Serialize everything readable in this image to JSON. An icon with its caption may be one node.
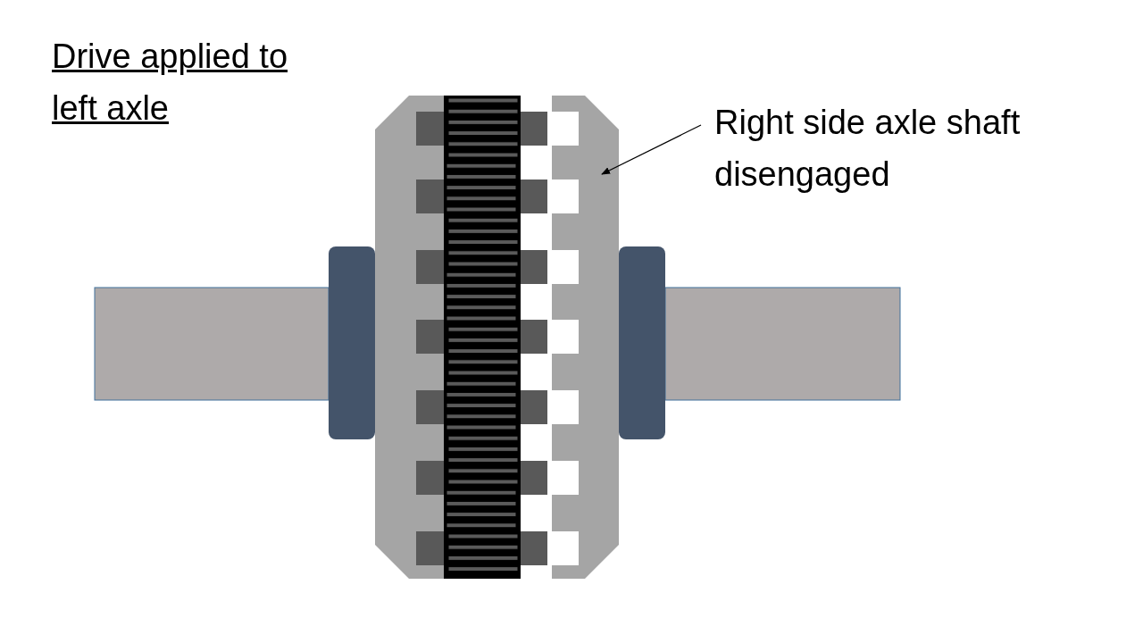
{
  "diagram": {
    "title": "Drive applied to left axle",
    "nodes": [
      {
        "text": [
          "Right side axle shaft disengaged"
        ]
      },
      {
        "text": [],
        "shape": "picture"
      }
    ],
    "edges": [
      {
        "from": 0,
        "to": 1,
        "arrow": "to"
      }
    ]
  }
}
